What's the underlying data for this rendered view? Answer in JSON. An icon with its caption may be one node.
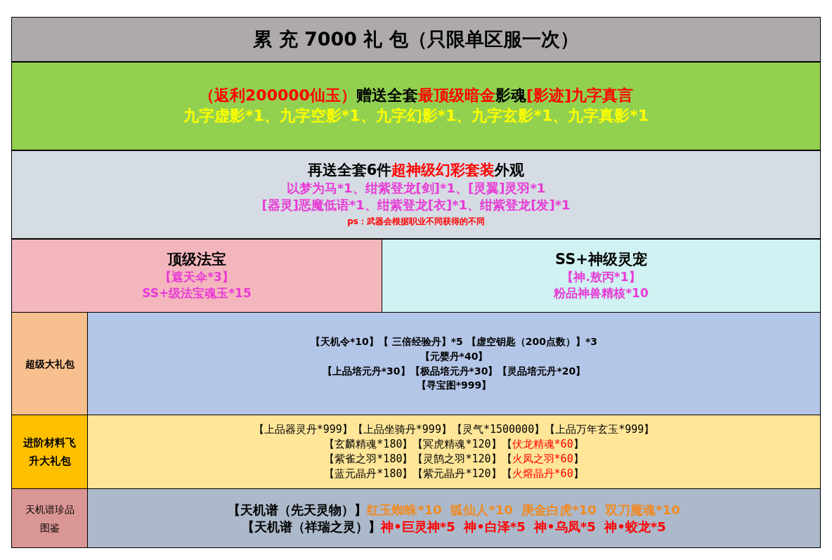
{
  "diagram": {
    "nodes": [
      {
        "text": [
          "累 充 7000 礼 包（只限单区服一次）"
        ]
      },
      {
        "text": [
          "（返利200000仙玉）",
          "赠送全套",
          "最顶级暗金",
          "影魂",
          "[影迹]九字真言",
          "九字虚影*1、九字空影*1、九字幻影*1、九字玄影*1、九字真影*1"
        ]
      },
      {
        "text": [
          "再送全套6件",
          "超神级幻彩套装",
          "外观",
          "以梦为马*1、绀紫登龙[剑]*1、[灵翼]灵羽*1",
          "[器灵]恶魔低语*1、绀紫登龙[衣]*1、绀紫登龙[发]*1",
          "ps：武器会根据职业不同获得的不同"
        ]
      },
      {
        "text": [
          "顶级法宝",
          "【遮天伞*3】",
          "SS+级法宝魂玉*15"
        ]
      },
      {
        "text": [
          "SS+神级灵宠",
          "【神.敖丙*1】",
          "粉品神兽精核*10"
        ]
      },
      {
        "text": [
          "超级大礼包"
        ]
      },
      {
        "text": [
          "【天机令*10】【 三倍经验丹】*5 【虚空钥匙（200点数）】*3",
          "【元婴丹*40】",
          "【上品培元丹*30】【极品培元丹*30】【灵品培元丹*20】",
          "【寻宝图*999】"
        ]
      },
      {
        "text": [
          "进阶材料飞升大礼包"
        ]
      },
      {
        "text": [
          "【上品器灵丹*999】【上品坐骑丹*999】【灵气*1500000】【上品万年玄玉*999】",
          "【玄麟精魂*180】【冥虎精魂*120】【",
          "伏龙精魂*60",
          "】",
          "【紫雀之羽*180】【灵鹄之羽*120】【",
          "火凤之羽*60",
          "】",
          "【蓝元晶丹*180】【紫元晶丹*120】【",
          "火熔晶丹*60",
          "】"
        ]
      },
      {
        "text": [
          "天机谱珍品图鉴"
        ]
      },
      {
        "text": [
          "【天机谱（先天灵物）】",
          "红玉蜘蛛*10  狐仙人*10  庚金白虎*10  双刀魔魂*10",
          "【天机谱（祥瑞之灵）】",
          "神•巨灵神*5  神•白泽*5  神•乌凤*5  神•蛟龙*5"
        ]
      }
    ]
  }
}
